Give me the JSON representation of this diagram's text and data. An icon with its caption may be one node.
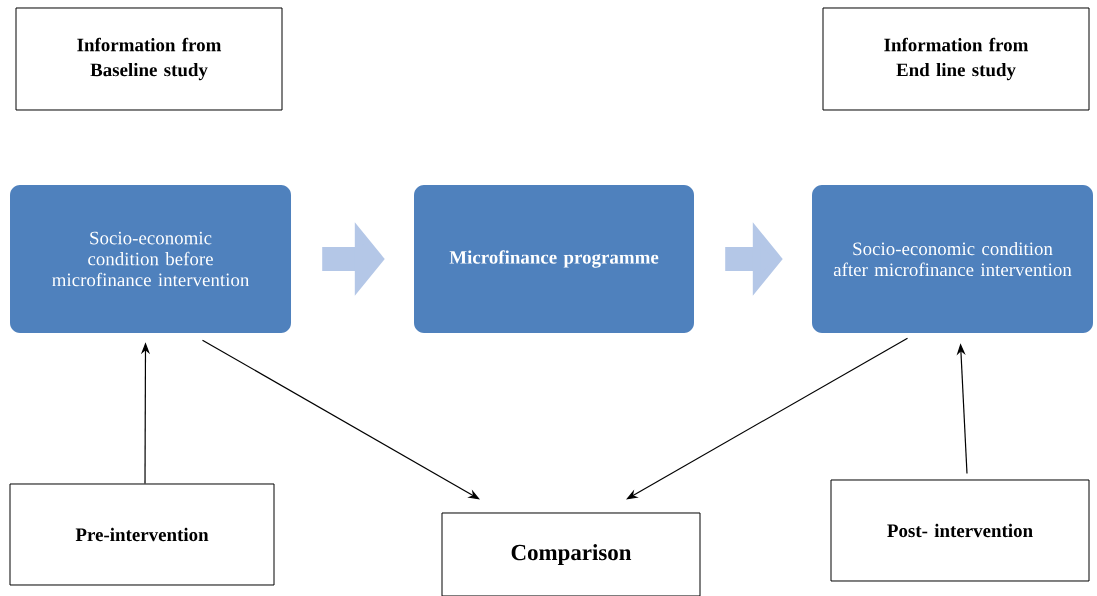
{
  "diagram": {
    "nodes": [
      {
        "text": [
          "Information from Baseline study"
        ]
      },
      {
        "text": [
          "Information from End line study"
        ]
      },
      {
        "text": [
          "Socio-economic condition before microfinance intervention"
        ]
      },
      {
        "text": [
          "Microfinance programme"
        ]
      },
      {
        "text": [
          "Socio-economic condition after microfinance intervention"
        ]
      },
      {
        "text": [
          "Pre-intervention"
        ]
      },
      {
        "text": [
          "Comparison"
        ]
      },
      {
        "text": [
          "Post- intervention"
        ]
      }
    ],
    "edges": [
      {
        "from": 2,
        "to": 3,
        "arrow": "to",
        "style": "thick",
        "color": "#b4c7e7"
      },
      {
        "from": 3,
        "to": 4,
        "arrow": "to",
        "style": "thick",
        "color": "#b4c7e7"
      },
      {
        "from": 5,
        "to": 2,
        "arrow": "to"
      },
      {
        "from": 2,
        "to": 6,
        "arrow": "to"
      },
      {
        "from": 4,
        "to": 6,
        "arrow": "to"
      },
      {
        "from": 7,
        "to": 4,
        "arrow": "to"
      }
    ]
  }
}
